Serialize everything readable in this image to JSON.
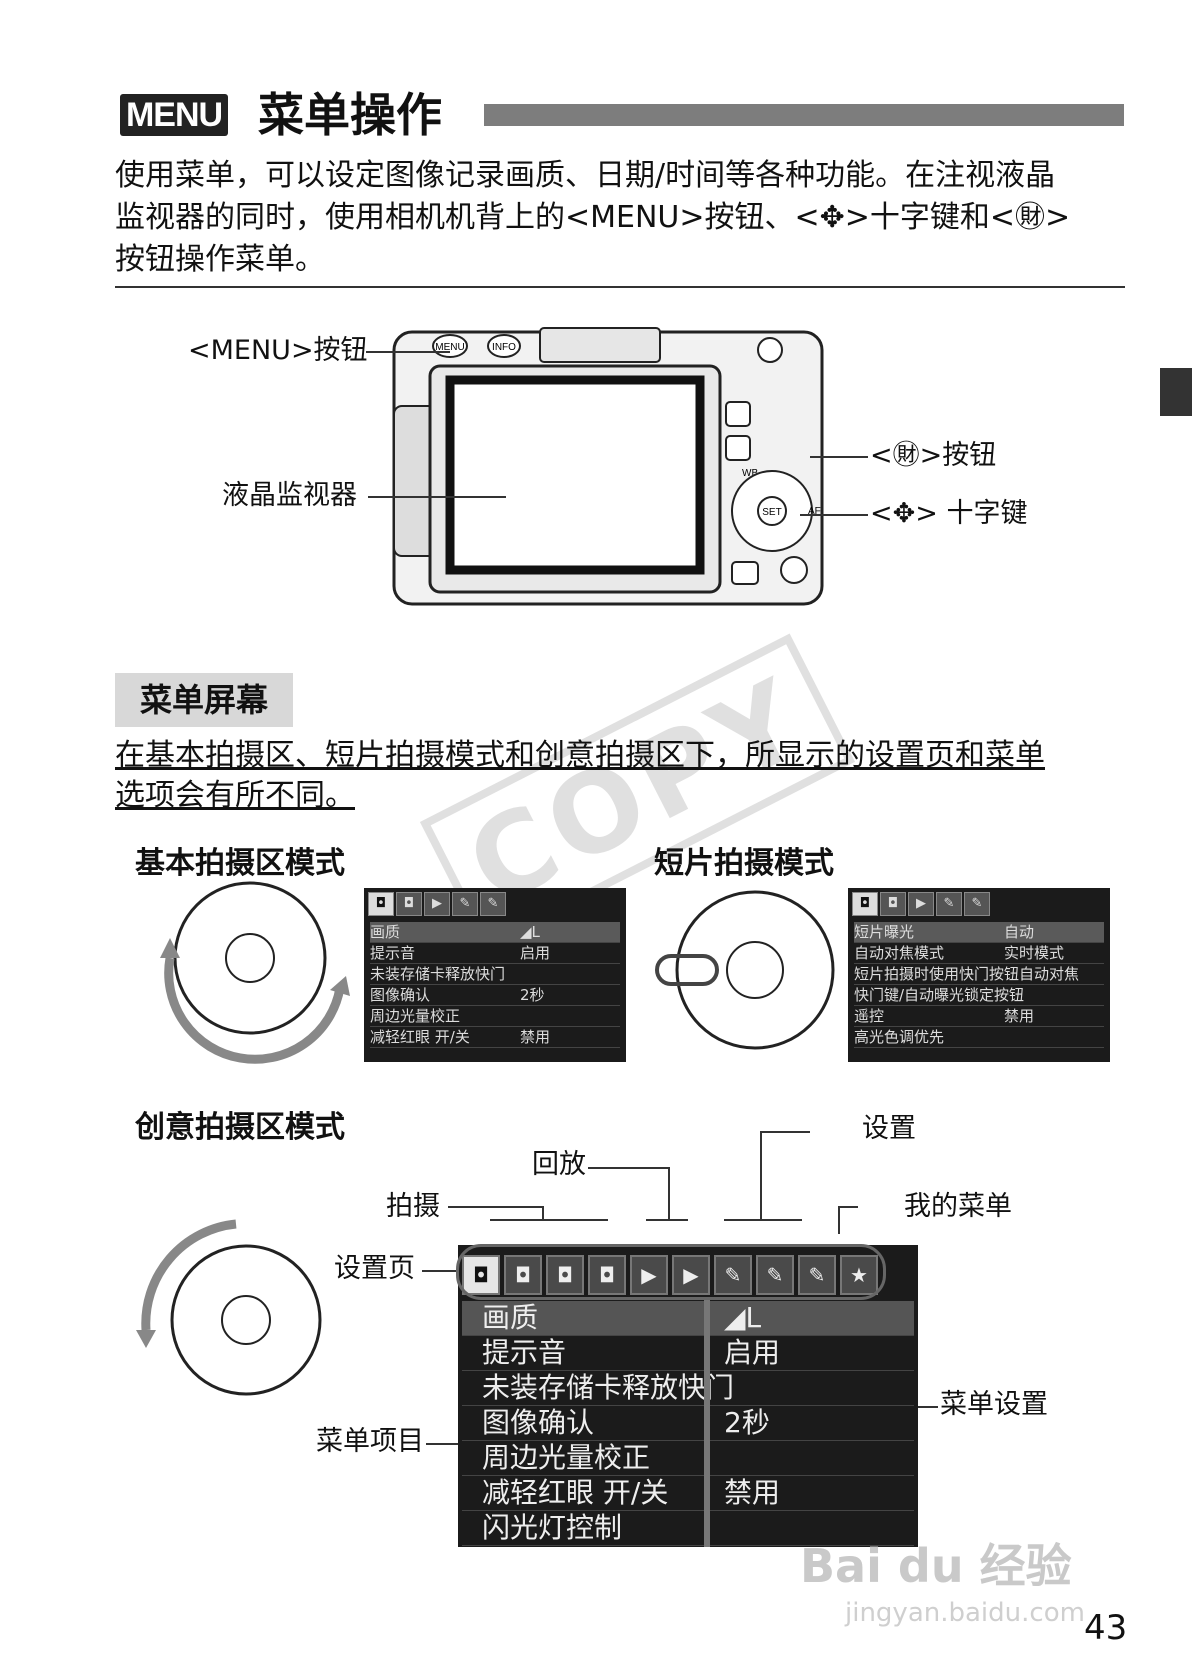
{
  "header": {
    "menu_badge": "MENU",
    "title": "菜单操作"
  },
  "intro": {
    "line1": "使用菜单，可以设定图像记录画质、日期/时间等各种功能。在注视液晶",
    "line2": "监视器的同时，使用相机机背上的<MENU>按钮、<✥>十字键和<㊖>",
    "line3": "按钮操作菜单。"
  },
  "camera_diagram": {
    "menu_button_label": "<MENU>按钮",
    "lcd_label": "液晶监视器",
    "set_button_label": "<㊖>按钮",
    "cross_key_label": "<✥> 十字键",
    "btn_menu": "MENU",
    "btn_info": "INFO",
    "btn_set": "SET",
    "btn_wb": "WB",
    "btn_af": "AF"
  },
  "menu_screen_section": {
    "heading": "菜单屏幕",
    "note_line1": "在基本拍摄区、短片拍摄模式和创意拍摄区下，所显示的设置页和菜单",
    "note_line2": "选项会有所不同。"
  },
  "basic_mode": {
    "heading": "基本拍摄区模式",
    "rows": [
      {
        "k": "画质",
        "v": "◢L"
      },
      {
        "k": "提示音",
        "v": "启用"
      },
      {
        "k": "未装存储卡释放快门",
        "v": ""
      },
      {
        "k": "图像确认",
        "v": "2秒"
      },
      {
        "k": "周边光量校正",
        "v": ""
      },
      {
        "k": "减轻红眼 开/关",
        "v": "禁用"
      }
    ]
  },
  "movie_mode": {
    "heading": "短片拍摄模式",
    "rows": [
      {
        "k": "短片曝光",
        "v": "自动"
      },
      {
        "k": "自动对焦模式",
        "v": "实时模式"
      },
      {
        "k": "短片拍摄时使用快门按钮自动对焦",
        "v": ""
      },
      {
        "k": "快门键/自动曝光锁定按钮",
        "v": ""
      },
      {
        "k": "遥控",
        "v": "禁用"
      },
      {
        "k": "高光色调优先",
        "v": ""
      }
    ]
  },
  "creative_mode": {
    "heading": "创意拍摄区模式",
    "labels": {
      "setup": "设置",
      "playback": "回放",
      "shooting": "拍摄",
      "my_menu": "我的菜单",
      "tabs": "设置页",
      "menu_settings": "菜单设置",
      "menu_items": "菜单项目"
    },
    "tabs": [
      "◘",
      "◘",
      "◘",
      "◘",
      "▶",
      "▶",
      "✎",
      "✎",
      "✎",
      "★"
    ],
    "rows": [
      {
        "k": "画质",
        "v": "◢L"
      },
      {
        "k": "提示音",
        "v": "启用"
      },
      {
        "k": "未装存储卡释放快门",
        "v": ""
      },
      {
        "k": "图像确认",
        "v": "2秒"
      },
      {
        "k": "周边光量校正",
        "v": ""
      },
      {
        "k": "减轻红眼 开/关",
        "v": "禁用"
      },
      {
        "k": "闪光灯控制",
        "v": ""
      }
    ]
  },
  "footer": {
    "page_number": "43",
    "watermark_text": "Bai du 经验",
    "watermark_url": "jingyan.baidu.com",
    "copy_watermark": "COPY"
  }
}
